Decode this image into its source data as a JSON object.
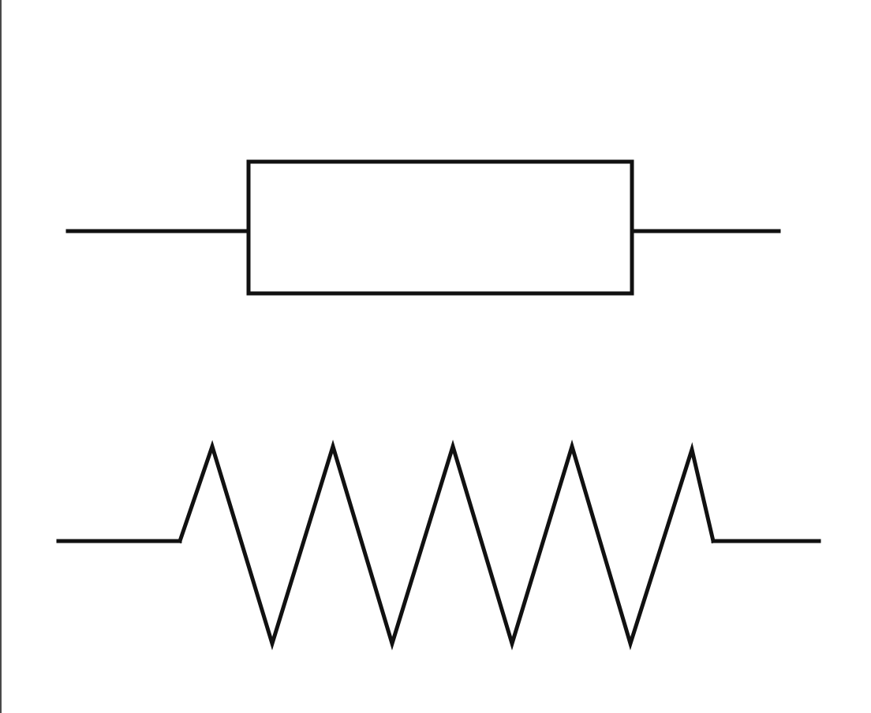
{
  "diagram": {
    "symbols": [
      {
        "id": "iec-resistor",
        "shape": "rectangle"
      },
      {
        "id": "ansi-resistor",
        "shape": "zigzag"
      }
    ],
    "colors": {
      "background": "#ffffff",
      "line": "#111111",
      "frame_edge": "#4a4a4a"
    }
  }
}
